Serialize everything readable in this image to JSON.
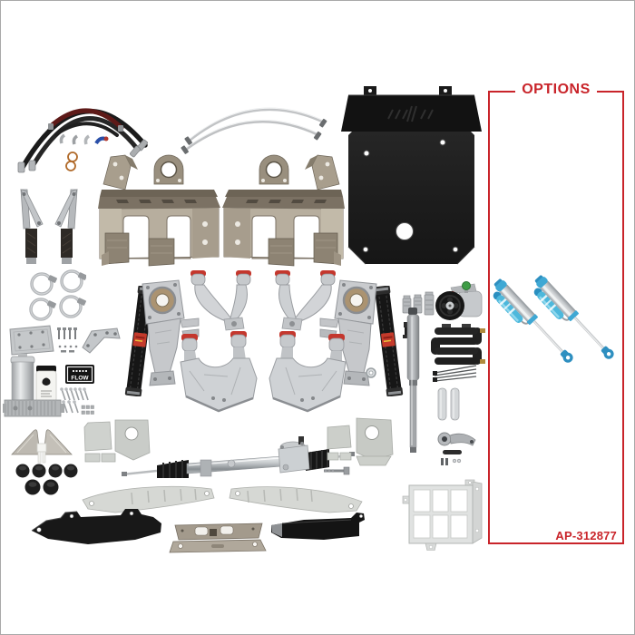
{
  "image": {
    "description": "Long travel suspension kit components laid out on white background",
    "background": "#ffffff",
    "frame_border": "#a9a9a9"
  },
  "options_panel": {
    "label": "OPTIONS",
    "part_number": "AP-312877",
    "accent_color": "#c9242a",
    "contents": [
      "bypass-shock-pair"
    ]
  },
  "badges": {
    "filter_badge": "FLOW"
  },
  "palette": {
    "hose_black": "#1c1c1c",
    "hose_red": "#5e1a18",
    "skid_plate_black": "#1f1f1f",
    "raw_steel": "#b5ac9c",
    "aluminum_silver": "#ced1d4",
    "bushing_red": "#c4372d",
    "shock_blue": "#3fa8d4",
    "sheet_gray": "#d6d8d4",
    "brass": "#b08a3c"
  },
  "parts_inventory": [
    "brake-hose-kit",
    "braided-brake-lines",
    "skid-plate",
    "shock-tower-left",
    "shock-tower-right",
    "limit-strap-left",
    "limit-strap-right",
    "spindle-left",
    "spindle-right",
    "upper-control-arm-left",
    "upper-control-arm-right",
    "lower-control-arm-left",
    "lower-control-arm-right",
    "frame-gusset-pair",
    "hose-clamps",
    "mounting-plate",
    "small-bolts",
    "pump-bracket",
    "reservoir-filter-assembly",
    "filter-badge",
    "fastener-hardware",
    "triangle-gussets",
    "plastic-clip",
    "bump-stop-pucks",
    "gusset-plates-left",
    "gusset-plates-right",
    "washer",
    "steering-rack",
    "tin-plate-left",
    "tin-plate-right",
    "lower-bracket-left",
    "crossmember-bracket",
    "lower-bracket-right",
    "hydraulic-fittings",
    "power-steering-pump",
    "fluid-cooler",
    "zip-ties",
    "steering-shaft",
    "spacer-sleeves",
    "idler-arm",
    "cooler-mount-bracket",
    "bypass-shock-pair"
  ]
}
